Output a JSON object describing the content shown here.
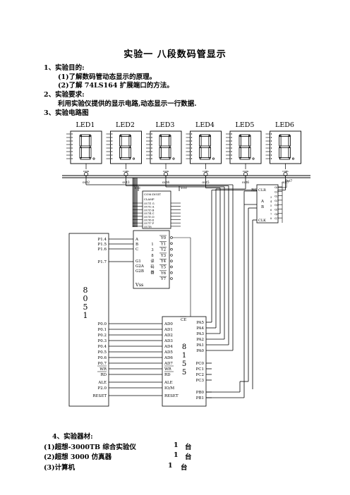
{
  "doc": {
    "title": "实验一   八段数码管显示",
    "s1": "1、实验目的:",
    "s1a": "(1)了解数码管动态显示的原理。",
    "s1b": "(2)了解 74LS164 扩展端口的方法。",
    "s2": "2、实验要求:",
    "s2a": "利用实验仪提供的显示电路,动态显示一行数据.",
    "s3": "3、实验电路图",
    "s4": "4、实验器材:",
    "items": [
      {
        "name": "(1)超想-3000TB 综合实验仪",
        "qty": "1",
        "unit": "台"
      },
      {
        "name": "(2)超想 3000 仿真器",
        "qty": "1",
        "unit": "台"
      },
      {
        "name": "(3)计算机",
        "qty": "1",
        "unit": "台"
      }
    ]
  },
  "circuit": {
    "leds": [
      "LED1",
      "LED2",
      "LED3",
      "LED4",
      "LED5",
      "LED6"
    ],
    "outs": [
      "out2",
      "out3",
      "out4",
      "out5",
      "out6",
      "out7"
    ],
    "vcc": "Vcc",
    "vcc_b": "Vcc",
    "driver_header": "COM:DIGIT",
    "driver_rows": [
      "OUT1 G",
      "OUT2 A",
      "OUT3 B",
      "OUT4 C",
      "OUT5 D",
      "OUT6 E",
      "OUT7 F",
      "OUT8"
    ],
    "driver_head2": "CLAMP",
    "ic164_pins_left": [
      "CLR",
      "A",
      "B",
      "CLK"
    ],
    "ic164_pins_right": [
      "Q0",
      "Q1",
      "Q2",
      "Q3",
      "Q4",
      "Q5",
      "Q6",
      "Q7"
    ],
    "rst": "RST",
    "dec_left": [
      "A",
      "B",
      "C",
      "G1",
      "G2A",
      "G2B"
    ],
    "dec_right": [
      "Y0",
      "Y1",
      "Y2",
      "Y3",
      "Y4",
      "Y5",
      "Y6",
      "Y7"
    ],
    "dec_label": [
      "1",
      "3",
      "8",
      "译",
      "码",
      "器"
    ],
    "vss": "Vss",
    "mcu_label": [
      "8",
      "0",
      "5",
      "1"
    ],
    "mcu_top": [
      "P1.4",
      "P1.5",
      "P1.6",
      "P1.7"
    ],
    "mcu_bus": [
      "P0.0",
      "P0.1",
      "P0.2",
      "P0.3",
      "P0.4",
      "P0.5",
      "P0.6",
      "P0.7",
      "WR",
      "RD"
    ],
    "mcu_bottom": [
      "ALE",
      "P2.0",
      "RESET"
    ],
    "ic8155_ce": "CE",
    "ic8155_left": [
      "AD0",
      "AD1",
      "AD2",
      "AD3",
      "AD4",
      "AD5",
      "AD6",
      "AD7",
      "WR",
      "RD"
    ],
    "ic8155_left2": [
      "ALE",
      "IO/M",
      "RESET"
    ],
    "ic8155_right": [
      "PA5",
      "PA4",
      "PA3",
      "PA2",
      "PA1",
      "PA0",
      "PC0",
      "PC1",
      "PC2",
      "PC3",
      "PB0",
      "PB1"
    ],
    "ic8155_label": [
      "8",
      "1",
      "5",
      "5"
    ]
  }
}
